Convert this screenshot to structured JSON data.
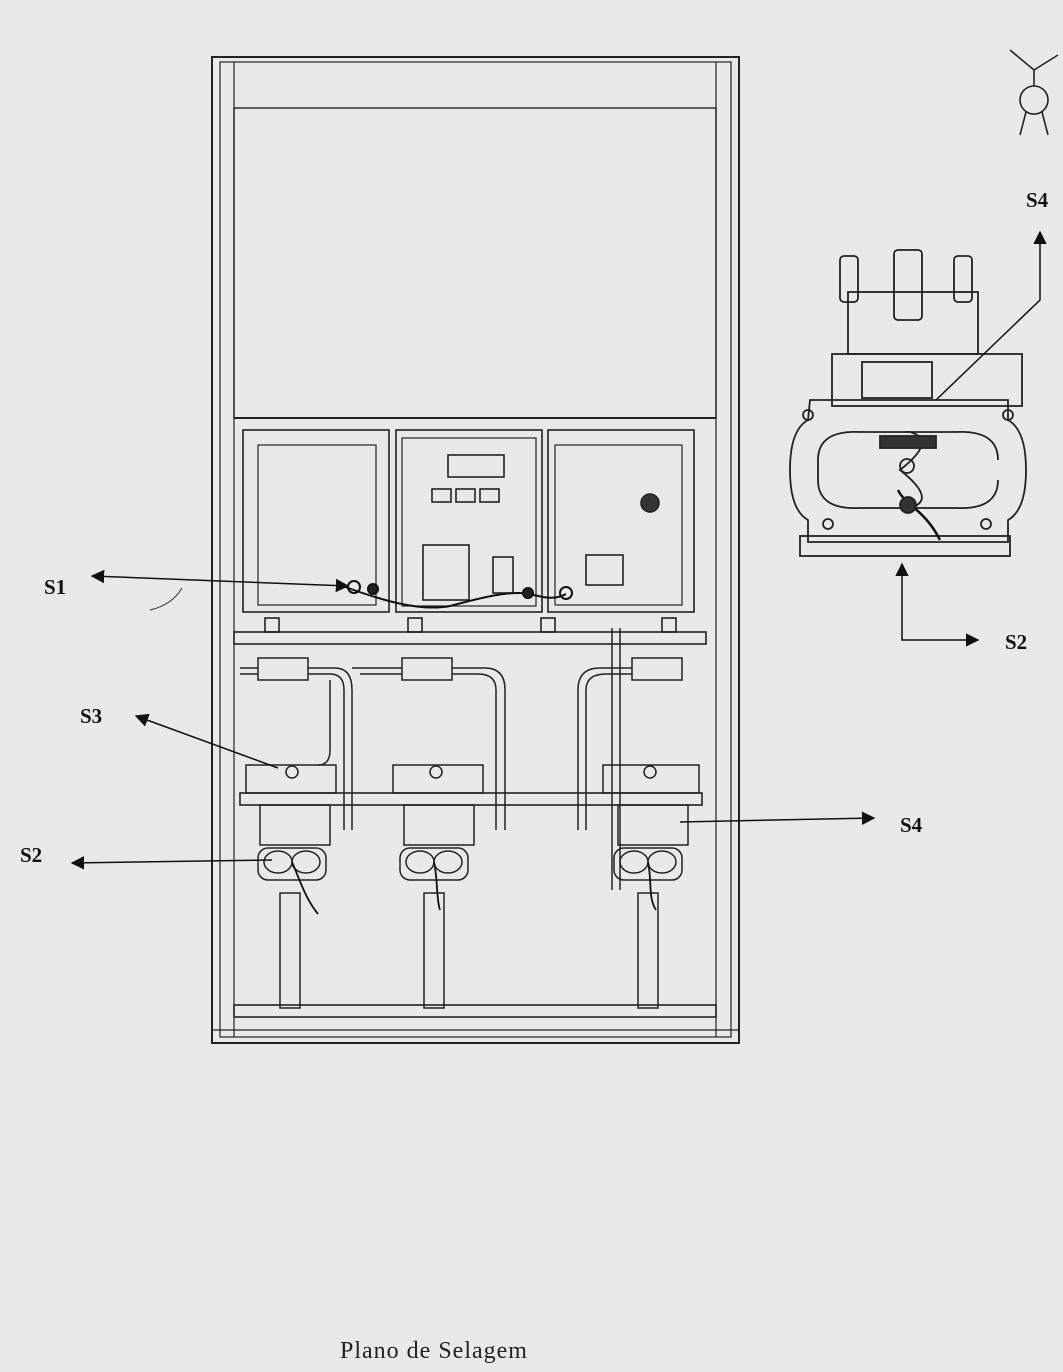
{
  "labels": {
    "s1": "S1",
    "s2_left": "S2",
    "s3": "S3",
    "s4_right": "S4",
    "s4_top": "S4",
    "s2_detail": "S2"
  },
  "caption": "Plano de Selagem"
}
